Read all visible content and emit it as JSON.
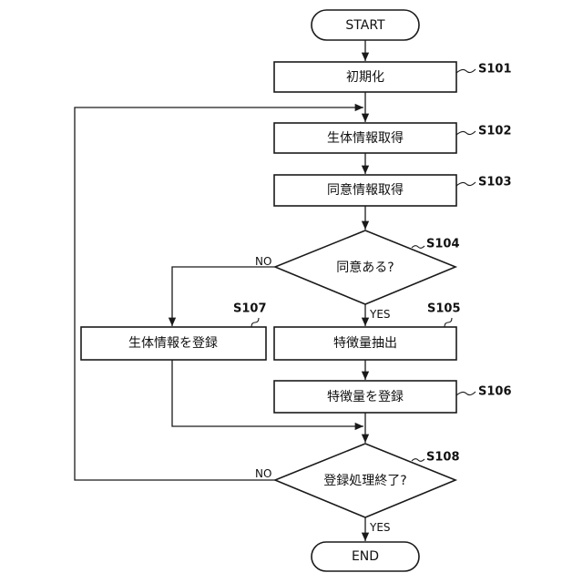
{
  "flowchart": {
    "start": "START",
    "end": "END",
    "steps": {
      "s101": {
        "id": "S101",
        "text": "初期化"
      },
      "s102": {
        "id": "S102",
        "text": "生体情報取得"
      },
      "s103": {
        "id": "S103",
        "text": "同意情報取得"
      },
      "s104": {
        "id": "S104",
        "text": "同意ある?"
      },
      "s105": {
        "id": "S105",
        "text": "特徴量抽出"
      },
      "s106": {
        "id": "S106",
        "text": "特徴量を登録"
      },
      "s107": {
        "id": "S107",
        "text": "生体情報を登録"
      },
      "s108": {
        "id": "S108",
        "text": "登録処理終了?"
      }
    },
    "branches": {
      "s104_no": "NO",
      "s104_yes": "YES",
      "s108_no": "NO",
      "s108_yes": "YES"
    }
  }
}
